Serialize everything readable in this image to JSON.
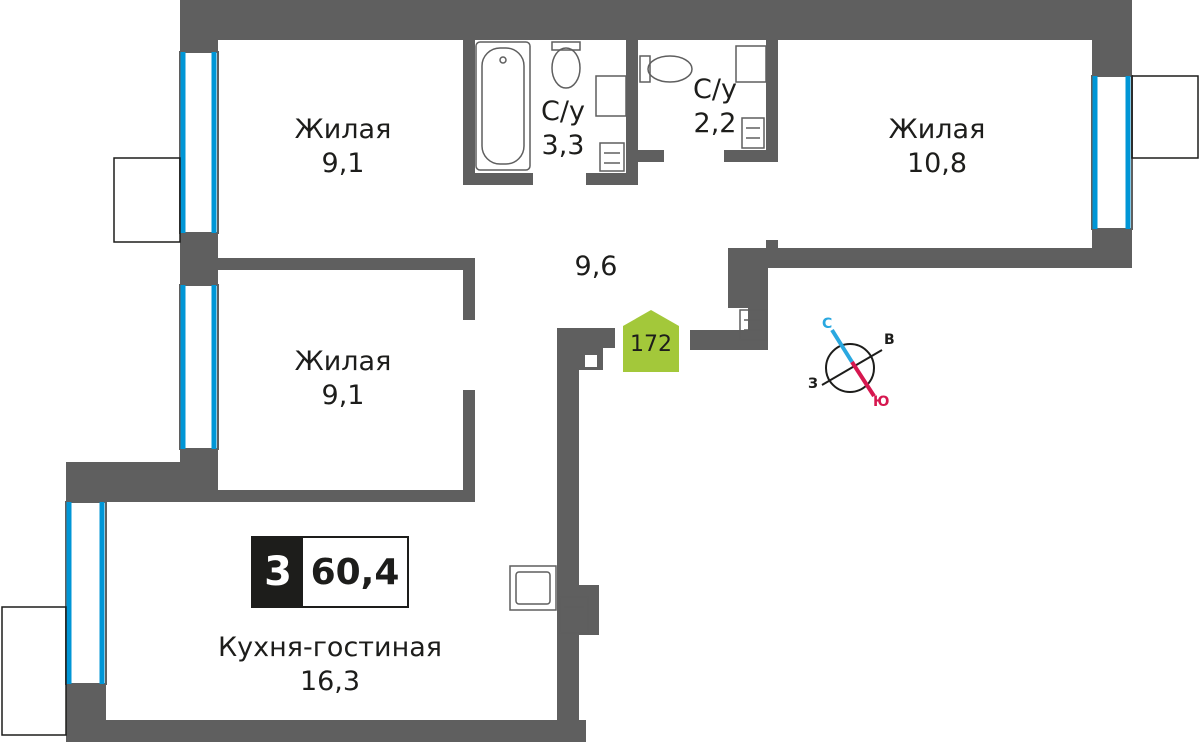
{
  "rooms": [
    {
      "name": "Жилая",
      "area": "9,1"
    },
    {
      "name": "С/у",
      "area": "3,3"
    },
    {
      "name": "С/у",
      "area": "2,2"
    },
    {
      "name": "Жилая",
      "area": "10,8"
    },
    {
      "name": "",
      "area": "9,6"
    },
    {
      "name": "Жилая",
      "area": "9,1"
    },
    {
      "name": "Кухня-гостиная",
      "area": "16,3"
    }
  ],
  "badge": {
    "rooms": "3",
    "total_area": "60,4"
  },
  "apartment_number": "172",
  "compass": {
    "north": "С",
    "east": "В",
    "south": "Ю",
    "west": "З"
  },
  "colors": {
    "wall": "#5f5f5f",
    "window": "#0096d6",
    "badge": "#1d1d1b",
    "apt_marker": "#a3c83a",
    "north": "#2aa8e0",
    "south": "#d6174f"
  }
}
